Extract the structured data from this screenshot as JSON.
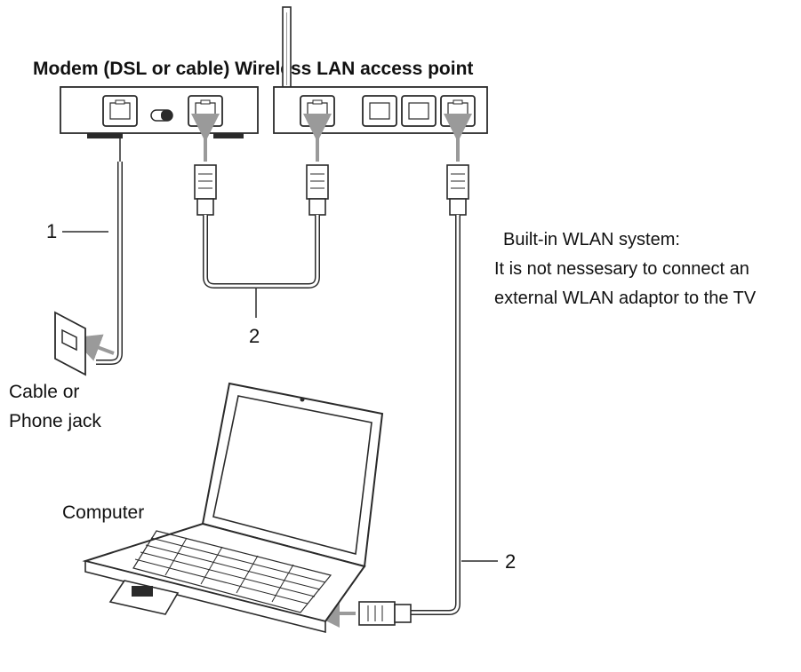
{
  "title": "Modem (DSL or cable) Wireless LAN access point",
  "devices": {
    "computer_label": "Computer"
  },
  "jack": {
    "line1": "Cable or",
    "line2": "Phone jack"
  },
  "callouts": {
    "c1": "1",
    "c2a": "2",
    "c2b": "2"
  },
  "note": {
    "line1": "Built-in WLAN system:",
    "line2": "It is not nessesary to connect an",
    "line3": "external WLAN adaptor to the TV"
  },
  "colors": {
    "line": "#2a2a2a",
    "arrow": "#9a9a9a",
    "panel": "#fafafa"
  }
}
